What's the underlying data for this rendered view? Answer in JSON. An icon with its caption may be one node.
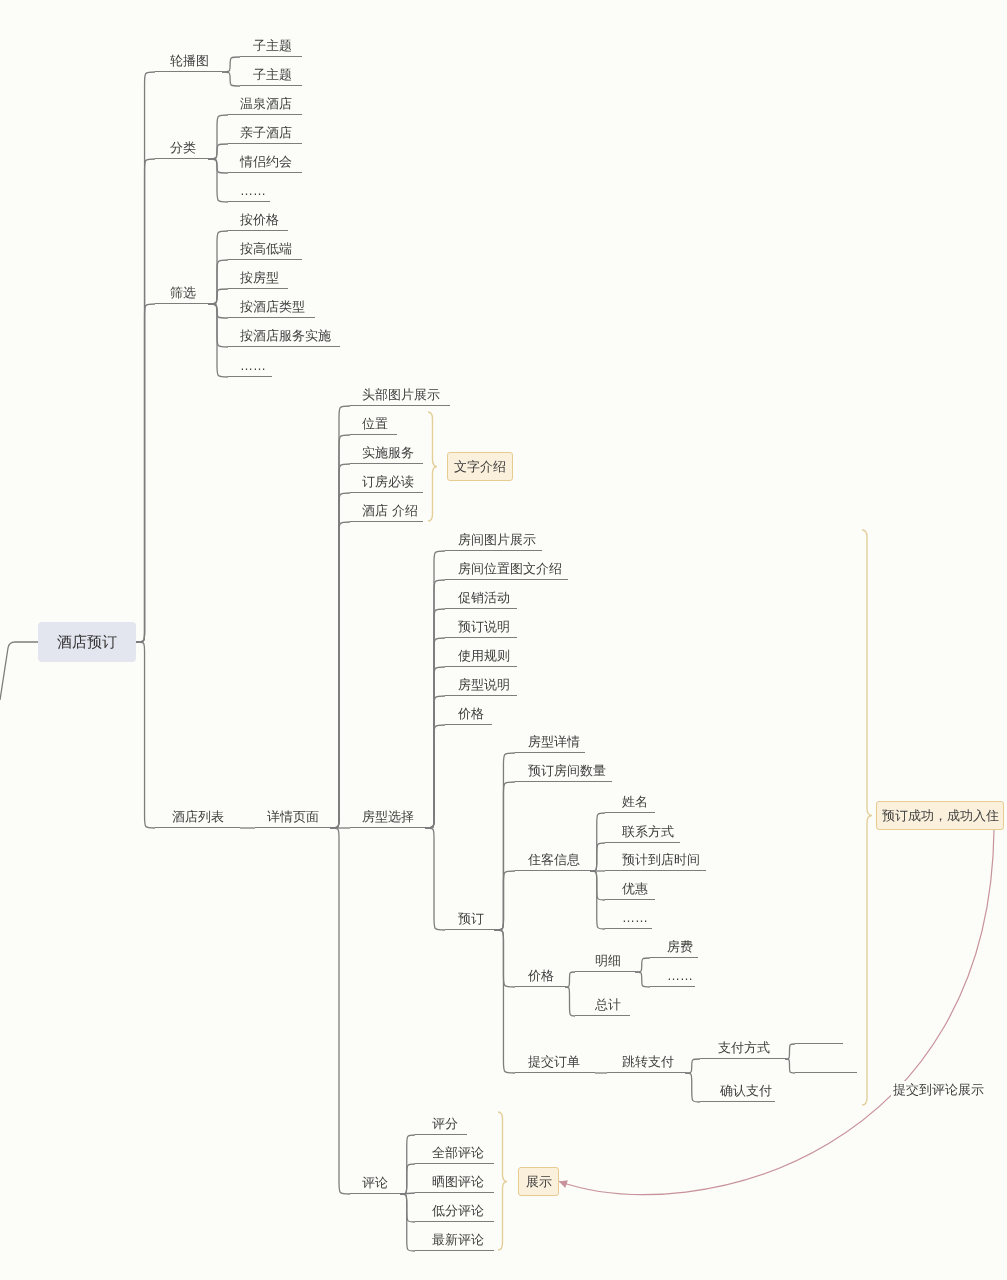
{
  "diagram": {
    "nodes": [
      {
        "text": [
          "酒店预订"
        ]
      },
      {
        "text": [
          "轮播图"
        ]
      },
      {
        "text": [
          "子主题"
        ]
      },
      {
        "text": [
          "子主题"
        ]
      },
      {
        "text": [
          "分类"
        ]
      },
      {
        "text": [
          "温泉酒店"
        ]
      },
      {
        "text": [
          "亲子酒店"
        ]
      },
      {
        "text": [
          "情侣约会"
        ]
      },
      {
        "text": [
          "……"
        ]
      },
      {
        "text": [
          "筛选"
        ]
      },
      {
        "text": [
          "按价格"
        ]
      },
      {
        "text": [
          "按高低端"
        ]
      },
      {
        "text": [
          "按房型"
        ]
      },
      {
        "text": [
          "按酒店类型"
        ]
      },
      {
        "text": [
          "按酒店服务实施"
        ]
      },
      {
        "text": [
          "……"
        ]
      },
      {
        "text": [
          "酒店列表"
        ]
      },
      {
        "text": [
          "详情页面"
        ]
      },
      {
        "text": [
          "头部图片展示"
        ]
      },
      {
        "text": [
          "位置"
        ]
      },
      {
        "text": [
          "实施服务"
        ]
      },
      {
        "text": [
          "订房必读"
        ]
      },
      {
        "text": [
          "酒店 介绍"
        ]
      },
      {
        "text": [
          "文字介绍"
        ]
      },
      {
        "text": [
          "房型选择"
        ]
      },
      {
        "text": [
          "房间图片展示"
        ]
      },
      {
        "text": [
          "房间位置图文介绍"
        ]
      },
      {
        "text": [
          "促销活动"
        ]
      },
      {
        "text": [
          "预订说明"
        ]
      },
      {
        "text": [
          "使用规则"
        ]
      },
      {
        "text": [
          "房型说明"
        ]
      },
      {
        "text": [
          "价格"
        ]
      },
      {
        "text": [
          "预订"
        ]
      },
      {
        "text": [
          "房型详情"
        ]
      },
      {
        "text": [
          "预订房间数量"
        ]
      },
      {
        "text": [
          "住客信息"
        ]
      },
      {
        "text": [
          "姓名"
        ]
      },
      {
        "text": [
          "联系方式"
        ]
      },
      {
        "text": [
          "预计到店时间"
        ]
      },
      {
        "text": [
          "优惠"
        ]
      },
      {
        "text": [
          "……"
        ]
      },
      {
        "text": [
          "价格"
        ]
      },
      {
        "text": [
          "明细"
        ]
      },
      {
        "text": [
          "房费"
        ]
      },
      {
        "text": [
          "……"
        ]
      },
      {
        "text": [
          "总计"
        ]
      },
      {
        "text": [
          "提交订单"
        ]
      },
      {
        "text": [
          "跳转支付"
        ]
      },
      {
        "text": [
          "支付方式"
        ]
      },
      {
        "text": [],
        "shape": "line"
      },
      {
        "text": [],
        "shape": "line"
      },
      {
        "text": [
          "确认支付"
        ]
      },
      {
        "text": [
          "预订成功，成功入住"
        ]
      },
      {
        "text": [
          "评论"
        ]
      },
      {
        "text": [
          "评分"
        ]
      },
      {
        "text": [
          "全部评论"
        ]
      },
      {
        "text": [
          "晒图评论"
        ]
      },
      {
        "text": [
          "低分评论"
        ]
      },
      {
        "text": [
          "最新评论"
        ]
      },
      {
        "text": [
          "展示"
        ]
      }
    ],
    "edges": [
      {
        "from": null,
        "to": 0,
        "arrow": "none"
      },
      {
        "from": 0,
        "to": 1,
        "arrow": "none"
      },
      {
        "from": 0,
        "to": 4,
        "arrow": "none"
      },
      {
        "from": 0,
        "to": 9,
        "arrow": "none"
      },
      {
        "from": 0,
        "to": 16,
        "arrow": "none"
      },
      {
        "from": 1,
        "to": 2,
        "arrow": "none"
      },
      {
        "from": 1,
        "to": 3,
        "arrow": "none"
      },
      {
        "from": 4,
        "to": 5,
        "arrow": "none"
      },
      {
        "from": 4,
        "to": 6,
        "arrow": "none"
      },
      {
        "from": 4,
        "to": 7,
        "arrow": "none"
      },
      {
        "from": 4,
        "to": 8,
        "arrow": "none"
      },
      {
        "from": 9,
        "to": 10,
        "arrow": "none"
      },
      {
        "from": 9,
        "to": 11,
        "arrow": "none"
      },
      {
        "from": 9,
        "to": 12,
        "arrow": "none"
      },
      {
        "from": 9,
        "to": 13,
        "arrow": "none"
      },
      {
        "from": 9,
        "to": 14,
        "arrow": "none"
      },
      {
        "from": 9,
        "to": 15,
        "arrow": "none"
      },
      {
        "from": 16,
        "to": 17,
        "arrow": "none"
      },
      {
        "from": 17,
        "to": 18,
        "arrow": "none"
      },
      {
        "from": 17,
        "to": 19,
        "arrow": "none"
      },
      {
        "from": 17,
        "to": 20,
        "arrow": "none"
      },
      {
        "from": 17,
        "to": 21,
        "arrow": "none"
      },
      {
        "from": 17,
        "to": 22,
        "arrow": "none"
      },
      {
        "from": 17,
        "to": 24,
        "arrow": "none"
      },
      {
        "from": 17,
        "to": 53,
        "arrow": "none"
      },
      {
        "from": 24,
        "to": 25,
        "arrow": "none"
      },
      {
        "from": 24,
        "to": 26,
        "arrow": "none"
      },
      {
        "from": 24,
        "to": 27,
        "arrow": "none"
      },
      {
        "from": 24,
        "to": 28,
        "arrow": "none"
      },
      {
        "from": 24,
        "to": 29,
        "arrow": "none"
      },
      {
        "from": 24,
        "to": 30,
        "arrow": "none"
      },
      {
        "from": 24,
        "to": 31,
        "arrow": "none"
      },
      {
        "from": 24,
        "to": 32,
        "arrow": "none"
      },
      {
        "from": 32,
        "to": 33,
        "arrow": "none"
      },
      {
        "from": 32,
        "to": 34,
        "arrow": "none"
      },
      {
        "from": 32,
        "to": 35,
        "arrow": "none"
      },
      {
        "from": 32,
        "to": 41,
        "arrow": "none"
      },
      {
        "from": 32,
        "to": 46,
        "arrow": "none"
      },
      {
        "from": 35,
        "to": 36,
        "arrow": "none"
      },
      {
        "from": 35,
        "to": 37,
        "arrow": "none"
      },
      {
        "from": 35,
        "to": 38,
        "arrow": "none"
      },
      {
        "from": 35,
        "to": 39,
        "arrow": "none"
      },
      {
        "from": 35,
        "to": 40,
        "arrow": "none"
      },
      {
        "from": 41,
        "to": 42,
        "arrow": "none"
      },
      {
        "from": 41,
        "to": 45,
        "arrow": "none"
      },
      {
        "from": 42,
        "to": 43,
        "arrow": "none"
      },
      {
        "from": 42,
        "to": 44,
        "arrow": "none"
      },
      {
        "from": 46,
        "to": 47,
        "arrow": "none"
      },
      {
        "from": 47,
        "to": 48,
        "arrow": "none"
      },
      {
        "from": 47,
        "to": 51,
        "arrow": "none"
      },
      {
        "from": 48,
        "to": 49,
        "arrow": "none"
      },
      {
        "from": 48,
        "to": 50,
        "arrow": "none"
      },
      {
        "from": 53,
        "to": 54,
        "arrow": "none"
      },
      {
        "from": 53,
        "to": 55,
        "arrow": "none"
      },
      {
        "from": 53,
        "to": 56,
        "arrow": "none"
      },
      {
        "from": 53,
        "to": 57,
        "arrow": "none"
      },
      {
        "from": 53,
        "to": 58,
        "arrow": "none"
      },
      {
        "from": 52,
        "to": 59,
        "arrow": "to",
        "label": "提交到评论展示",
        "color": "#c8929a"
      }
    ]
  }
}
